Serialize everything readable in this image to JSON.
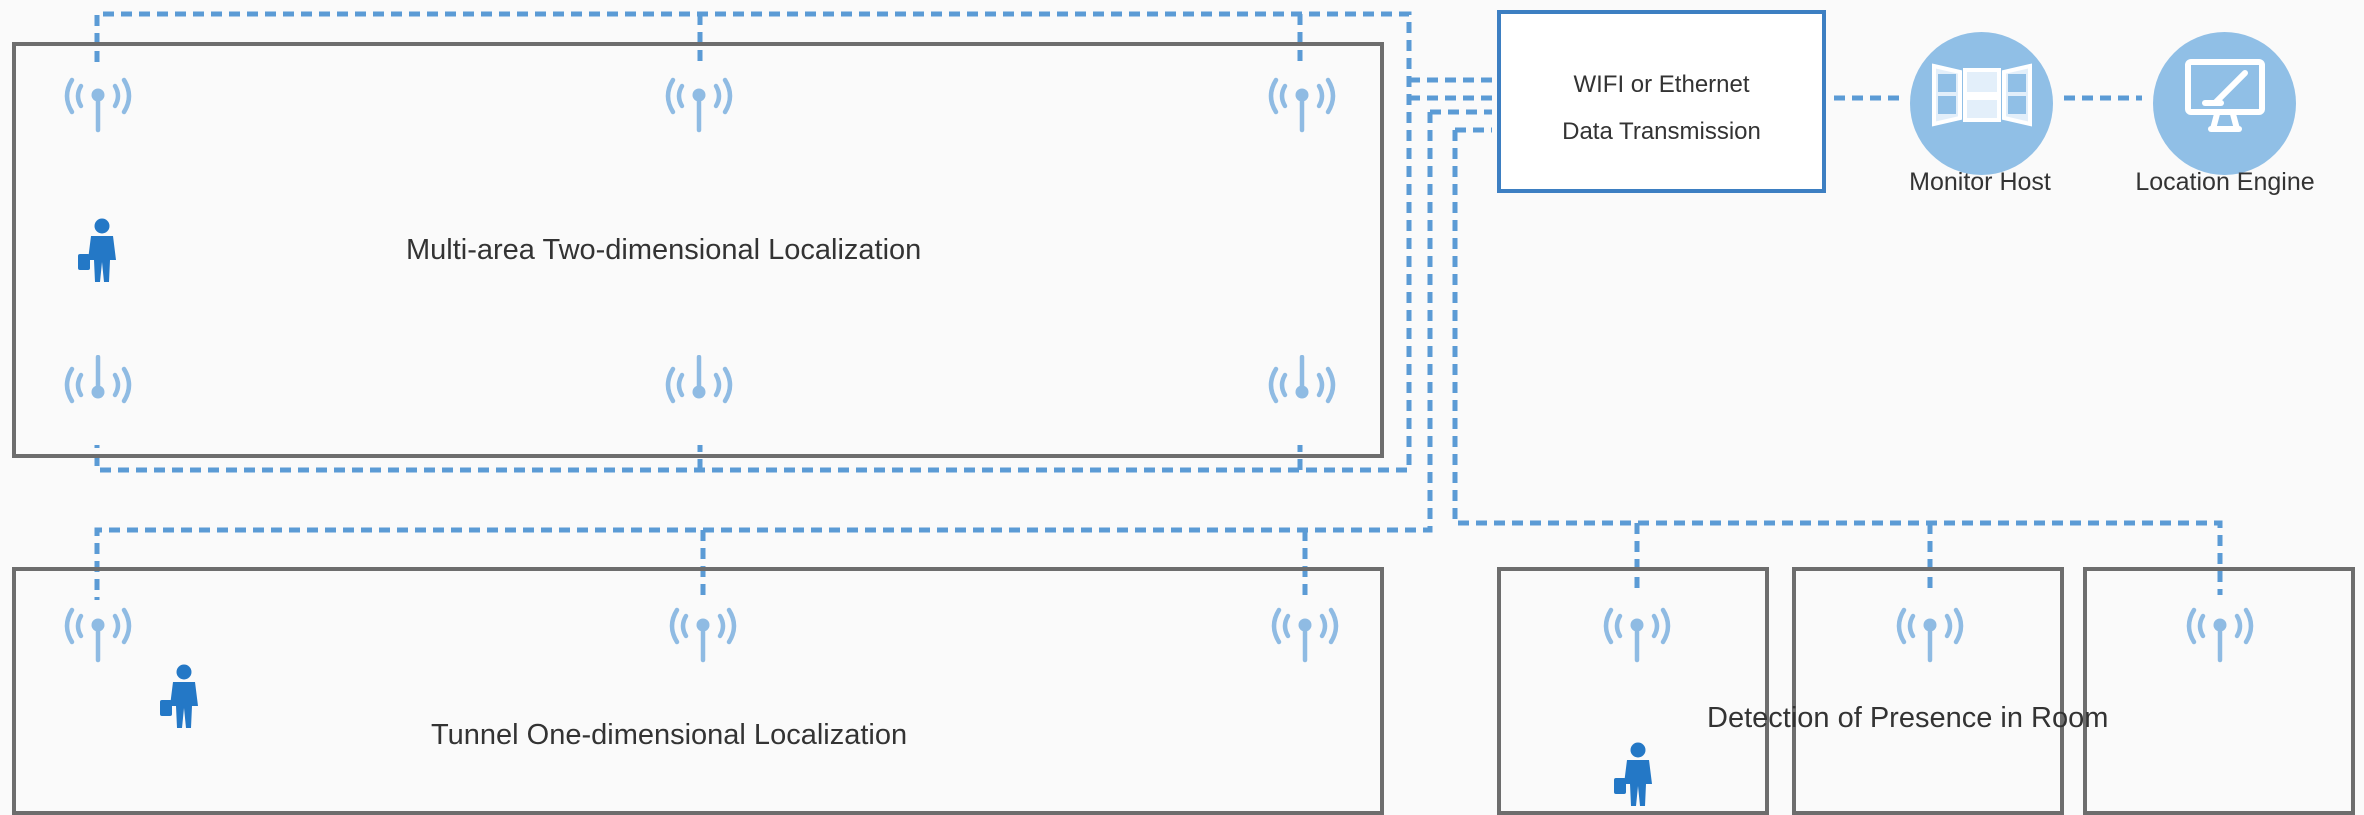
{
  "zones": {
    "multi_area": {
      "label": "Multi-area Two-dimensional Localization"
    },
    "tunnel": {
      "label": "Tunnel One-dimensional Localization"
    },
    "room": {
      "label": "Detection of Presence in Room"
    }
  },
  "network": {
    "line1": "WIFI or Ethernet",
    "line2": "Data Transmission"
  },
  "servers": {
    "monitor_host": {
      "label": "Monitor Host",
      "icon": "monitor-wall-icon"
    },
    "location_engine": {
      "label": "Location Engine",
      "icon": "computer-monitor-icon"
    }
  },
  "icons": {
    "anchor": "wireless-anchor-icon",
    "person": "worker-person-icon"
  },
  "colors": {
    "accent": "#3d7fc2",
    "dashed_line": "#5b9bd5",
    "anchor": "#8fbbe3",
    "person": "#2478c6",
    "box_border": "#6d6d6d",
    "circle": "#90bfe6"
  }
}
